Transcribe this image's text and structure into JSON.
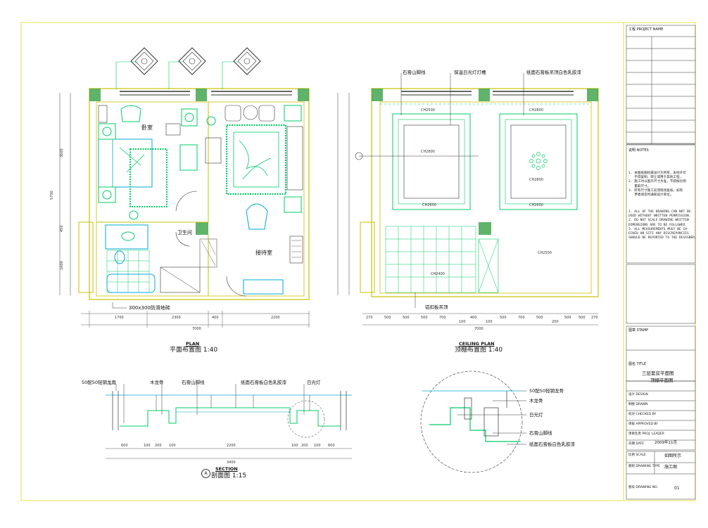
{
  "plan": {
    "title_en": "PLAN",
    "title_cn": "平面布置图 1:40",
    "room_bedroom": "卧室",
    "room_living": "接待室",
    "room_wc": "卫生间",
    "floor_tile_note": "300x300防滑地砖",
    "dims_bottom": [
      "1700",
      "2300",
      "400",
      "2200"
    ],
    "dims_total": "7000",
    "dims_left": [
      "3600",
      "450",
      "1600"
    ],
    "dims_left_total": "5700"
  },
  "ceiling": {
    "title_en": "CEILING PLAN",
    "title_cn": "顶棚布置图 1:40",
    "callout_1": "石膏山脚线",
    "callout_2": "保温日光灯灯槽",
    "callout_3": "纸面石膏板吊顶白色乳胶漆",
    "callout_bottom": "铝扣板吊顶",
    "heights": [
      "CH2500",
      "CH2800",
      "CH2600",
      "CH2800",
      "CH2800",
      "CH2600",
      "CH2400",
      "CH2500"
    ],
    "dims_bottom": [
      "270",
      "500",
      "500",
      "500",
      "700",
      "100",
      "400",
      "100",
      "500",
      "700",
      "500",
      "200",
      "500",
      "500",
      "270"
    ],
    "dims_total": "7000"
  },
  "section": {
    "title_en": "SECTION",
    "title_cn": "剖面图 1:15",
    "marker": "A",
    "callouts": [
      "50配50轻钢龙骨",
      "木龙骨",
      "石膏山脚线",
      "纸面石膏板白色乳胶漆",
      "日光灯"
    ],
    "detail_callouts": [
      "50配50轻钢龙骨",
      "木龙骨",
      "日光灯",
      "石膏山脚线",
      "纸面石膏板白色乳胶漆"
    ],
    "dims": [
      "600",
      "100",
      "200",
      "100",
      "2200",
      "100",
      "200",
      "100",
      "600"
    ],
    "dims_total": "3400"
  },
  "title_block": {
    "header_label": "工程 PROJECT NAME",
    "notes_header": "说明 NOTES",
    "notes_cn": "1. 本图纸版权属设计方所有，未经许可\n   不得复制、转让或用于其他工程。\n2. 施工时以图示尺寸为准，不得按比例\n   量取尺寸。\n3. 所有尺寸施工前须现场复核，如有\n   矛盾请及时通知设计单位。",
    "notes_en": "1. ALL OF THE DRAWING CAN NOT BE\nUSED WITHOUT WRITTEN PERMISSION.\n2. DO NOT SCALE DRAWING WRITTEN\nDIMENSIONS ARE TO BE FOLLOWED.\n3. ALL MEASUREMENTS MUST BE CH-\nECKED ON SITE ANY DISCREPANCIES\nSHOULD BE REPORTED TO THE DESIGNER.",
    "seal_label": "图章 STAMP",
    "title_label": "图名 TITLE",
    "title_line1": "三层套房平面图",
    "title_line2": "顶棚平面图",
    "fields": [
      "设计 DESIGN",
      "制图 DRAWN",
      "校对 CHECKED BY",
      "审核 APPROVED BY",
      "项目负责 PROJ. LEADER",
      "日期 DATE"
    ],
    "date_value": "2009年11月",
    "scale_label": "比例 SCALE",
    "scale_value": "如图所示",
    "drawing_type_label": "图别 DRAWING TYPE",
    "drawing_type_value": "施工图",
    "drawing_no_label": "图号 DRAWING NO.",
    "drawing_no_value": "01"
  },
  "colors": {
    "frame": "#e8e04a",
    "wall": "#c8c000",
    "furniture": "#00cc66",
    "cyan": "#00a8d8",
    "dim": "#5a5a5a",
    "hatch": "#2a9a3a"
  }
}
